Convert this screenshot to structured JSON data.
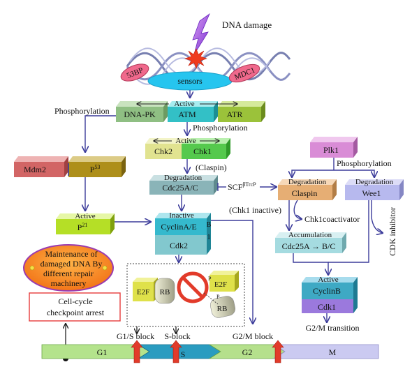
{
  "dna": {
    "damage_label": "DNA damage",
    "sensors_label": "sensors",
    "p53bp_label": "53BP",
    "mdc1_label": "MDC1"
  },
  "kinases": {
    "active_label": "Active",
    "dnapk": "DNA-PK",
    "atm": "ATM",
    "atr": "ATR"
  },
  "checkpoint_kinases": {
    "active_label": "Active",
    "chk2": "Chk2",
    "chk1": "Chk1"
  },
  "labels": {
    "phosphorylation_left": "Phosphorylation",
    "phosphorylation_mid": "Phosphorylation",
    "phosphorylation_right": "Phosphorylation",
    "claspin_paren": "(Claspin)",
    "chk1_inactive": "(Chk1 inactive)",
    "chk1_coactivator": "Chk1coactivator",
    "cdk_inhibitor": "CDK inhibitor",
    "g2m_transition": "G2/M transition",
    "scf_main": "SCF",
    "scf_sup": "βTrcP"
  },
  "p53_branch": {
    "mdm2": "Mdm2",
    "p53_main": "P",
    "p53_sup": "53",
    "active_label": "Active",
    "p21_main": "P",
    "p21_sup": "21"
  },
  "cdc25ac": {
    "degradation": "Degradation",
    "name": "Cdc25A/C"
  },
  "cyclin_ae": {
    "inactive": "Inactive",
    "cyclin": "CyclinA/E",
    "b_char": "B",
    "one_char": "1",
    "cdk2": "Cdk2"
  },
  "plk1": {
    "name": "Plk1"
  },
  "claspin_deg": {
    "degradation": "Degradation",
    "name": "Claspin"
  },
  "wee1_deg": {
    "degradation": "Degradation",
    "name": "Wee1"
  },
  "accumulation": {
    "title": "Accumulation",
    "text": "Cdc25A → B/C"
  },
  "cyclin_b": {
    "active": "Active",
    "cyclin": "CyclinB",
    "cdk1": "Cdk1"
  },
  "repair": {
    "line1": "Maintenance of",
    "line2": "damaged DNA By",
    "line3": "different repair",
    "line4": "machinery"
  },
  "arrest": {
    "line1": "Cell-cycle",
    "line2": "checkpoint arrest"
  },
  "rb_complex": {
    "e2f_left": "E2F",
    "rb_left": "RB",
    "e2f_right": "E2F",
    "rb_right": "RB"
  },
  "blocks": {
    "g1s": "G1/S block",
    "s": "S-block",
    "g2m": "G2/M block"
  },
  "phases": {
    "g1": "G1",
    "s": "S",
    "g2": "G2",
    "m": "M"
  },
  "colors": {
    "arrow": "#3b3b9a",
    "dna_blue": "#7c7fb4",
    "sensors": "#26c5ef",
    "pink_oval": "#f0698c",
    "kinase_green": "#a0c893",
    "atm_teal": "#33c0c6",
    "atr_green": "#9bc23a",
    "chk2": "#e1e390",
    "chk1": "#55c94d",
    "mdm2": "#d26565",
    "p53": "#ae8f1a",
    "p21": "#b5df26",
    "cdc25": "#8ab4b8",
    "cyclin_ae": "#35b9cd",
    "cdk2": "#82c8ce",
    "plk1": "#d98cd6",
    "claspin": "#e6ae74",
    "wee1": "#b7b9ee",
    "accumulation": "#a5dbe0",
    "cyclin_b": "#3ea9c4",
    "cdk1": "#9b79dd",
    "repair_fill": "#f57b1c",
    "repair_border": "#9a3bb0",
    "arrest_border": "#e63b3b",
    "g1": "#b4e38c",
    "s": "#2a9cc0",
    "g2": "#b5e08c",
    "m": "#cbcaf1",
    "block_arrow": "#e23b2a"
  }
}
